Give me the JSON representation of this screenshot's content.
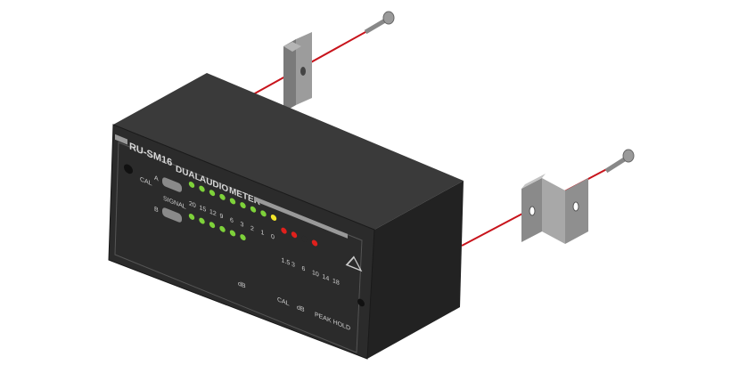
{
  "device": {
    "model": "RU-SM16",
    "title_words": [
      "DUAL",
      "AUDIO",
      "METER"
    ],
    "channel_a": "A",
    "channel_b": "B",
    "cal": "CAL",
    "signal": "SIGNAL",
    "scale": [
      "20",
      "15",
      "12",
      "9",
      "6",
      "3",
      "2",
      "1",
      "0",
      "1.5",
      "3",
      "6",
      "10",
      "14",
      "18"
    ],
    "bottom_labels": {
      "db1": "dB",
      "cal": "CAL",
      "db2": "dB",
      "peak_hold": "PEAK HOLD"
    }
  },
  "colors": {
    "led_green": "#7ed23a",
    "led_yellow": "#f2e62a",
    "led_red": "#e0201c",
    "wire": "#c8141c",
    "chassis": "#2e2e2e",
    "bracket": "#8a8a8a"
  }
}
